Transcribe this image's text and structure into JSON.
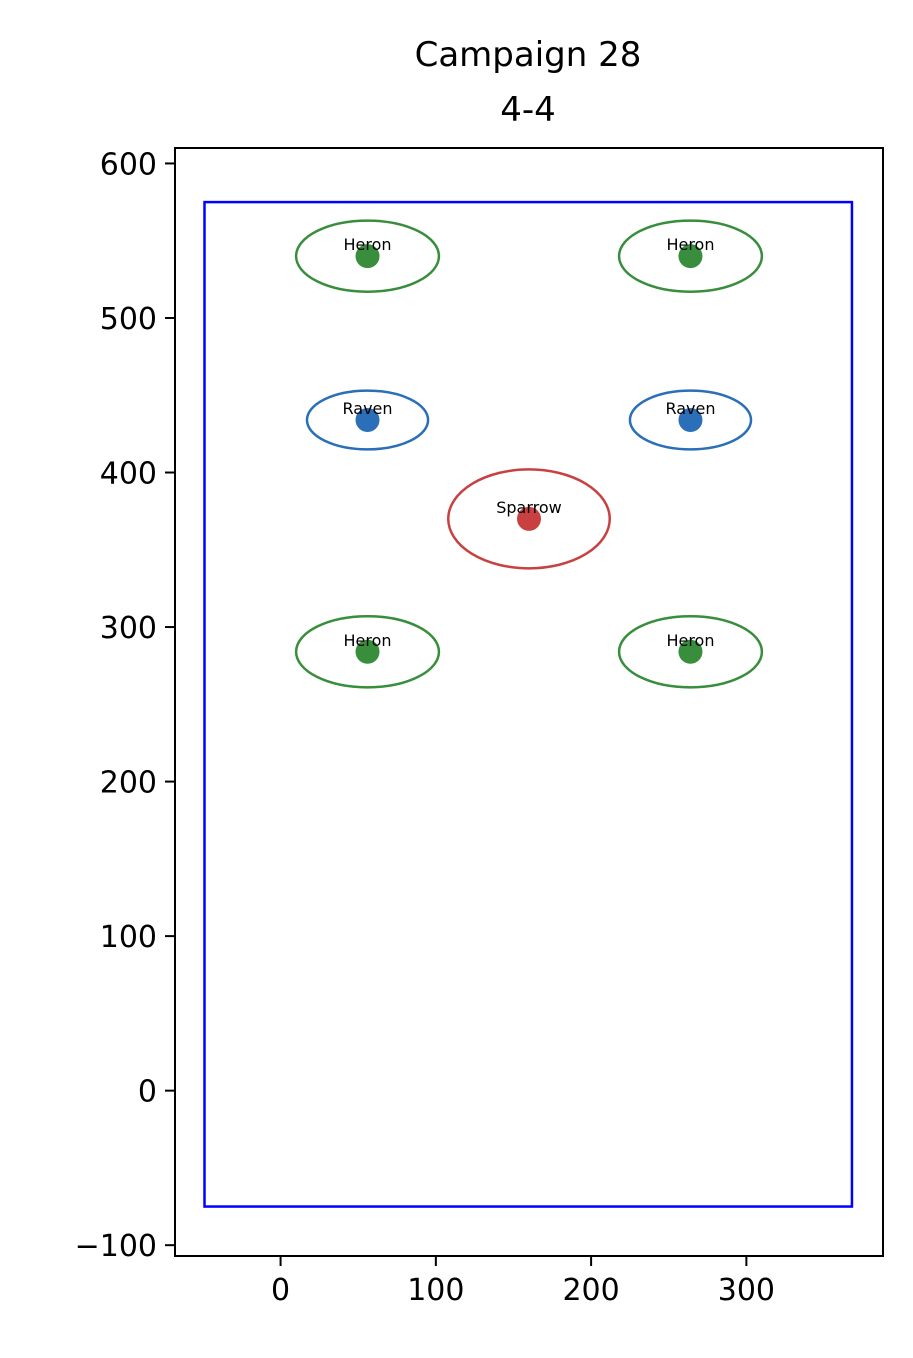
{
  "chart_data": {
    "type": "scatter",
    "title": "Campaign 28",
    "subtitle": "4-4",
    "xlabel": "",
    "ylabel": "",
    "xlim": [
      -68,
      388
    ],
    "ylim": [
      -107,
      610
    ],
    "x_ticks": [
      0,
      100,
      200,
      300
    ],
    "y_ticks": [
      -100,
      0,
      100,
      200,
      300,
      400,
      500,
      600
    ],
    "x_tick_labels": [
      "0",
      "100",
      "200",
      "300"
    ],
    "y_tick_labels": [
      "−100",
      "0",
      "100",
      "200",
      "300",
      "400",
      "500",
      "600"
    ],
    "grid": false,
    "boundary": {
      "x": [
        -49,
        368
      ],
      "y": [
        -75,
        575
      ],
      "color": "#0000ff"
    },
    "points": [
      {
        "label": "Heron",
        "x": 56,
        "y": 540,
        "rx": 46,
        "ry": 23,
        "color": "#388e3c"
      },
      {
        "label": "Heron",
        "x": 264,
        "y": 540,
        "rx": 46,
        "ry": 23,
        "color": "#388e3c"
      },
      {
        "label": "Raven",
        "x": 56,
        "y": 434,
        "rx": 39,
        "ry": 19,
        "color": "#2a6fb8"
      },
      {
        "label": "Raven",
        "x": 264,
        "y": 434,
        "rx": 39,
        "ry": 19,
        "color": "#2a6fb8"
      },
      {
        "label": "Sparrow",
        "x": 160,
        "y": 370,
        "rx": 52,
        "ry": 32,
        "color": "#c94040"
      },
      {
        "label": "Heron",
        "x": 56,
        "y": 284,
        "rx": 46,
        "ry": 23,
        "color": "#388e3c"
      },
      {
        "label": "Heron",
        "x": 264,
        "y": 284,
        "rx": 46,
        "ry": 23,
        "color": "#388e3c"
      }
    ]
  }
}
